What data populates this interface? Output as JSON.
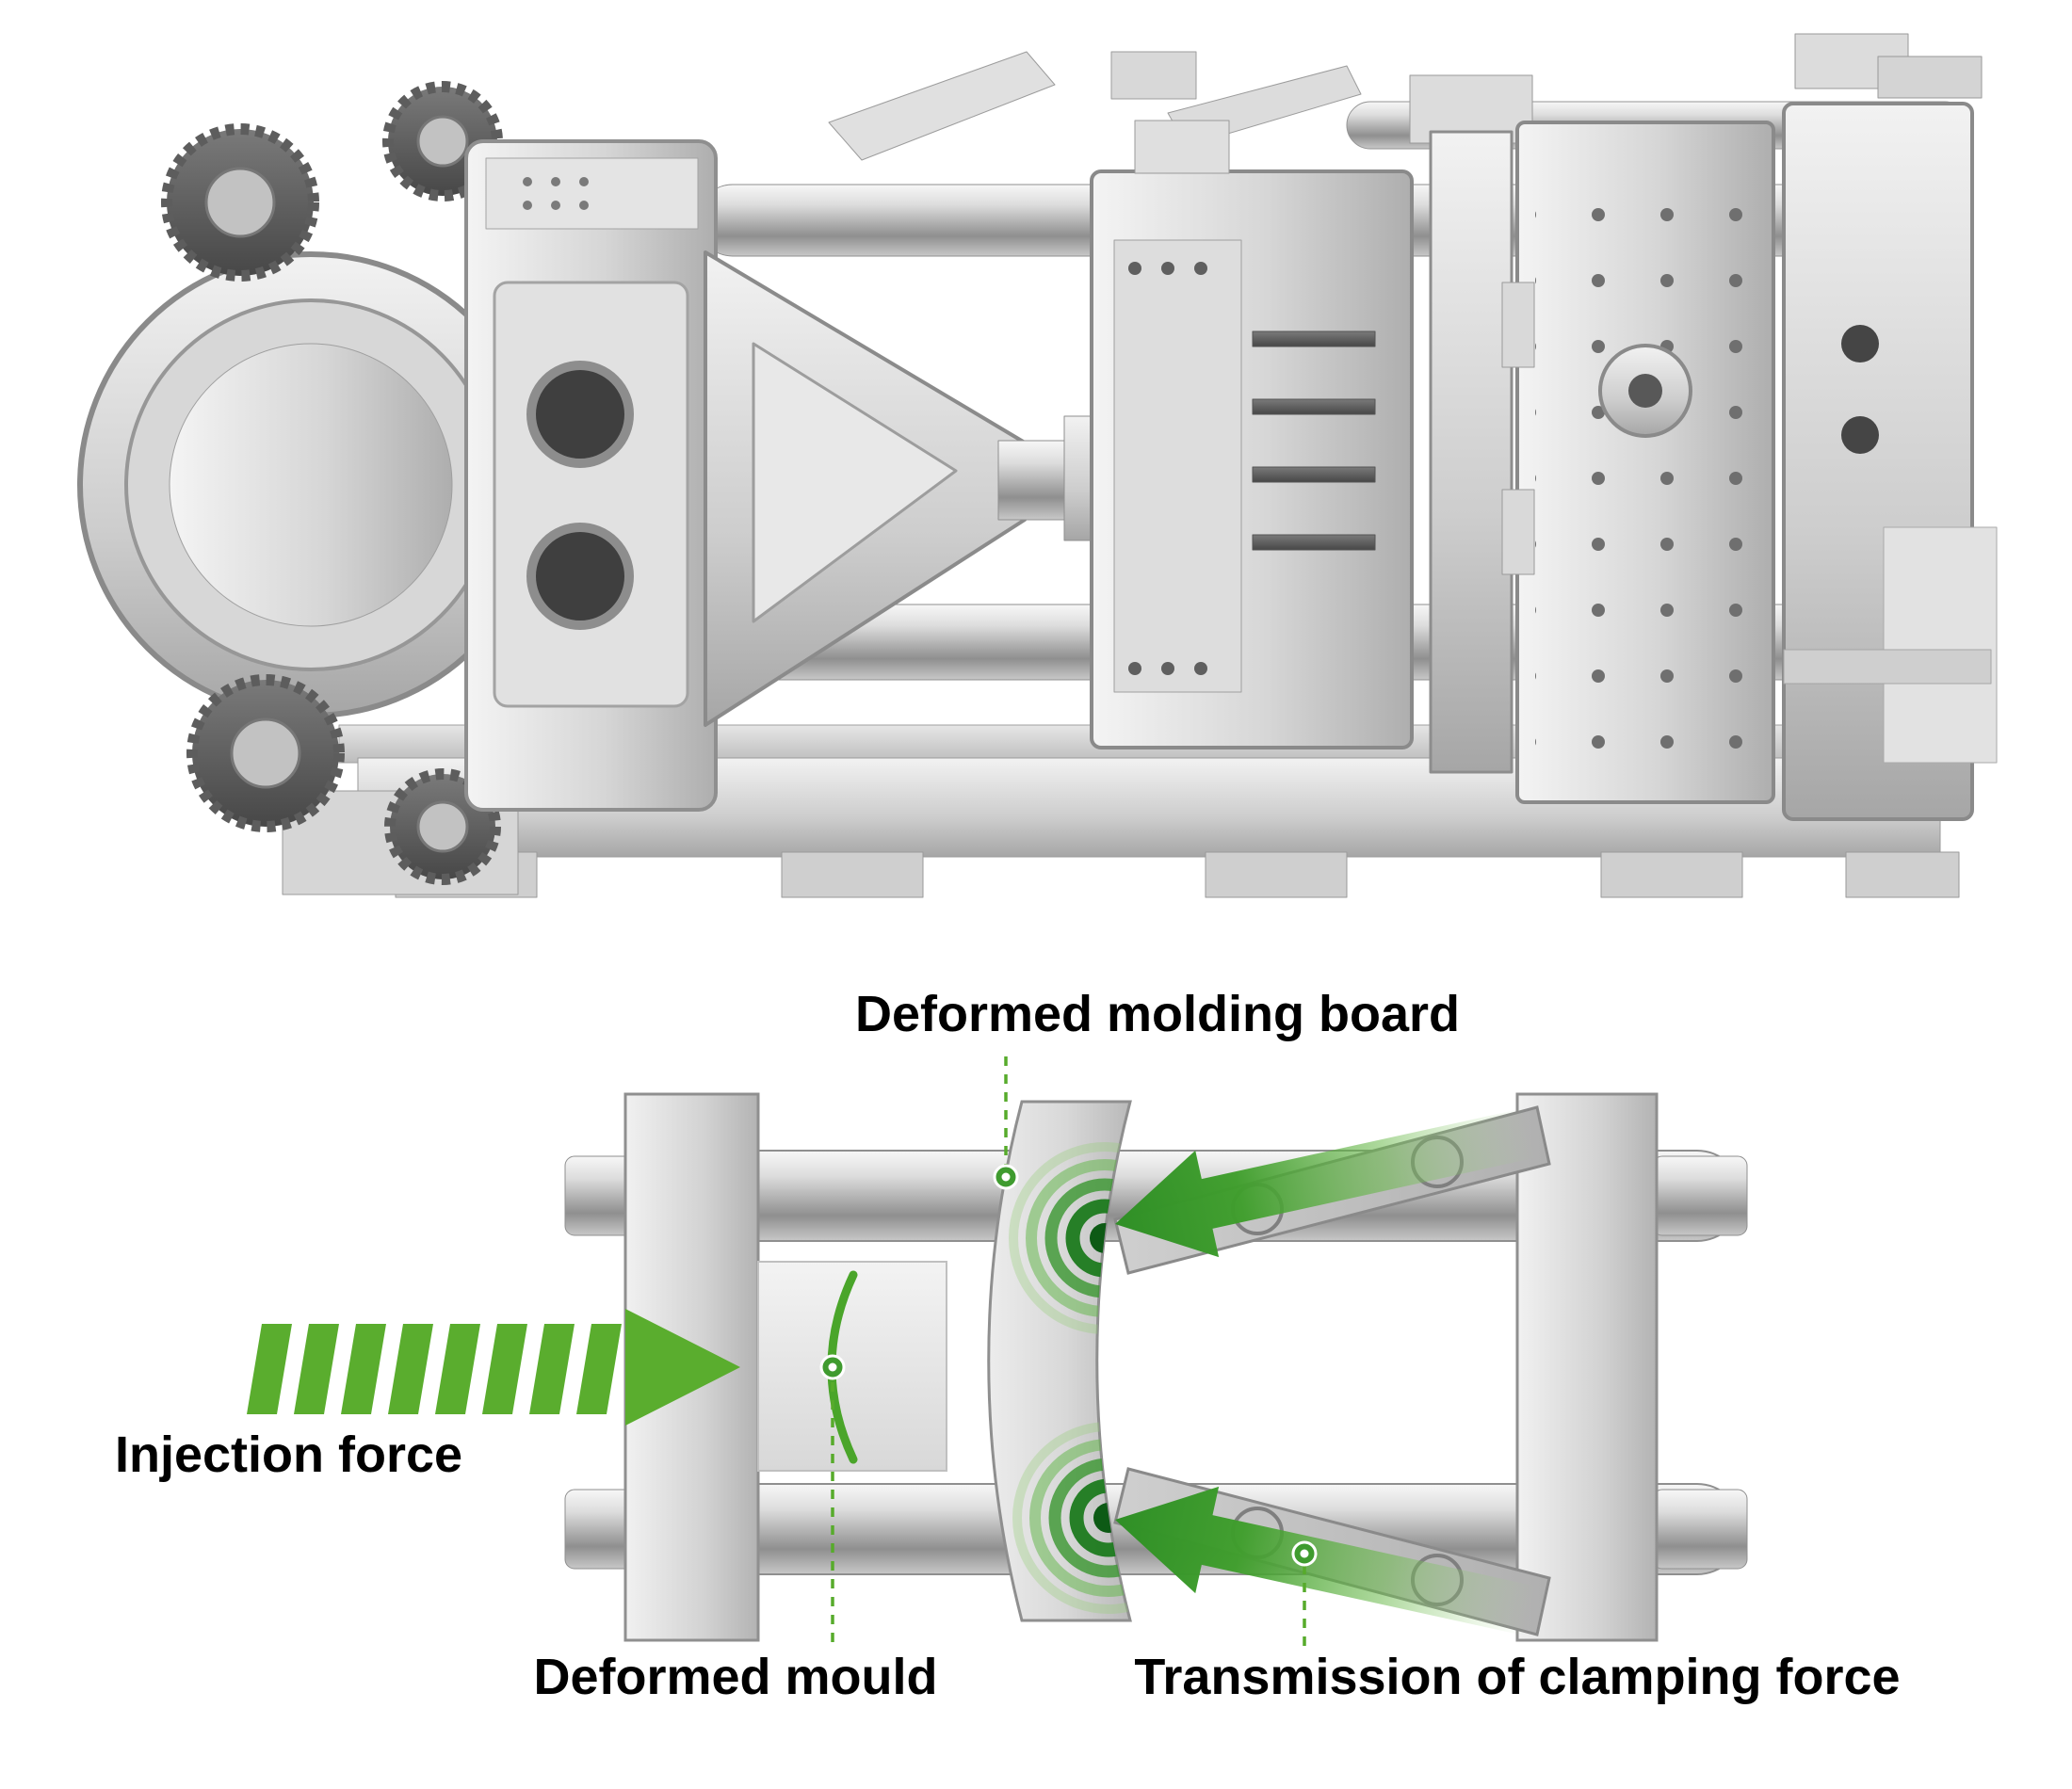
{
  "figure": {
    "diagram": {
      "title": "Deformed molding board",
      "labels": {
        "injection_force": "Injection force",
        "deformed_mould": "Deformed mould",
        "clamping_force": "Transmission of clamping force"
      },
      "colors": {
        "green": "#57ab2b",
        "green_dark": "#1c7a1e",
        "green_light": "#97cf7b",
        "metal_light": "#f2f2f2",
        "metal_mid": "#c6c6c6",
        "metal_dark": "#8f8f8f",
        "text": "#000000"
      }
    }
  }
}
